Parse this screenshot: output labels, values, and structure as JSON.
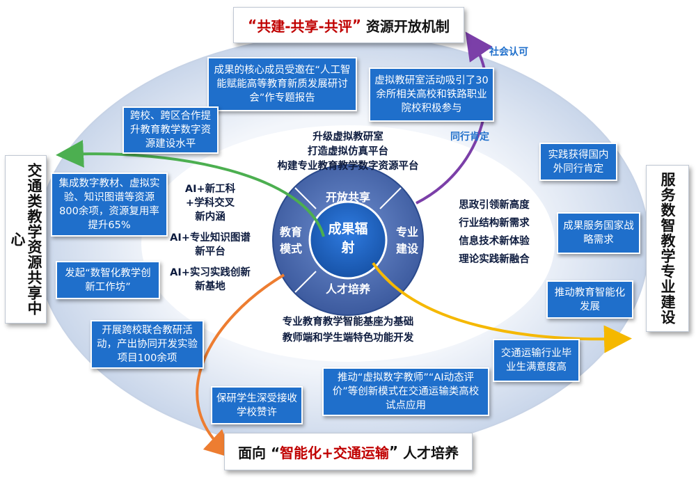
{
  "top_box": {
    "q_open": "“",
    "highlight": "共建-共享-共评",
    "q_close": "”",
    "rest": " 资源开放机制"
  },
  "bottom_box": {
    "prefix": "面向 “",
    "highlight": "智能化+交通运输",
    "q_close": "”",
    "rest": " 人才培养"
  },
  "left_box": {
    "text": "交通类教学资源共享中心"
  },
  "right_box": {
    "text": "服务数智教学专业建设"
  },
  "blue_boxes": {
    "core_member": "成果的核心成员受邀在“人工智能赋能高等教育新质发展研讨会”作专题报告",
    "virtual_room": "虚拟教研室活动吸引了30余所相关高校和铁路职业院校积极参与",
    "cross_school": "跨校、跨区合作提升教育教学数字资源建设水平",
    "integrate": "集成数字教材、虚拟实验、知识图谱等资源800余项，资源复用率提升65%",
    "studio": "发起“数智化教学创新工作坊”",
    "joint_research": "开展跨校联合教研活动，产出协同开发实验项目100余项",
    "postgrad": "保研学生深受接收学校赞许",
    "promote_ai": "推动“虚拟数字教师”“AI动态评价”等创新模式在交通运输类高校试点应用",
    "domestic": "实践获得国内外同行肯定",
    "national": "成果服务国家战略需求",
    "edu_ai": "推动教育智能化发展",
    "satisfaction": "交通运输行业毕业生满意度高"
  },
  "arrow_labels": {
    "social": "社会认可",
    "peer": "同行肯定"
  },
  "inner": {
    "top": [
      "升级虚拟教研室",
      "打造虚拟仿真平台",
      "构建专业教育教学数字资源平台"
    ],
    "left": [
      "AI+新工科",
      "+学科交叉",
      "新内涵",
      "AI+专业知识图谱",
      "新平台",
      "AI+实习实践创新",
      "新基地"
    ],
    "right": [
      "思政引领新高度",
      "行业结构新需求",
      "信息技术新体验",
      "理论实践新融合"
    ],
    "bottom": [
      "专业教育教学智能基座为基础",
      "教师端和学生端特色功能开发"
    ]
  },
  "core": {
    "top": "开放共享",
    "left": "教育模式",
    "right": "专业建设",
    "bottom": "人才培养",
    "center": "成果辐射"
  },
  "colors": {
    "blue": "#1f6fcb",
    "purple": "#7b3fa8",
    "green": "#4caf50",
    "orange": "#ed7d31",
    "yellow": "#f5b800",
    "red": "#c00000"
  }
}
